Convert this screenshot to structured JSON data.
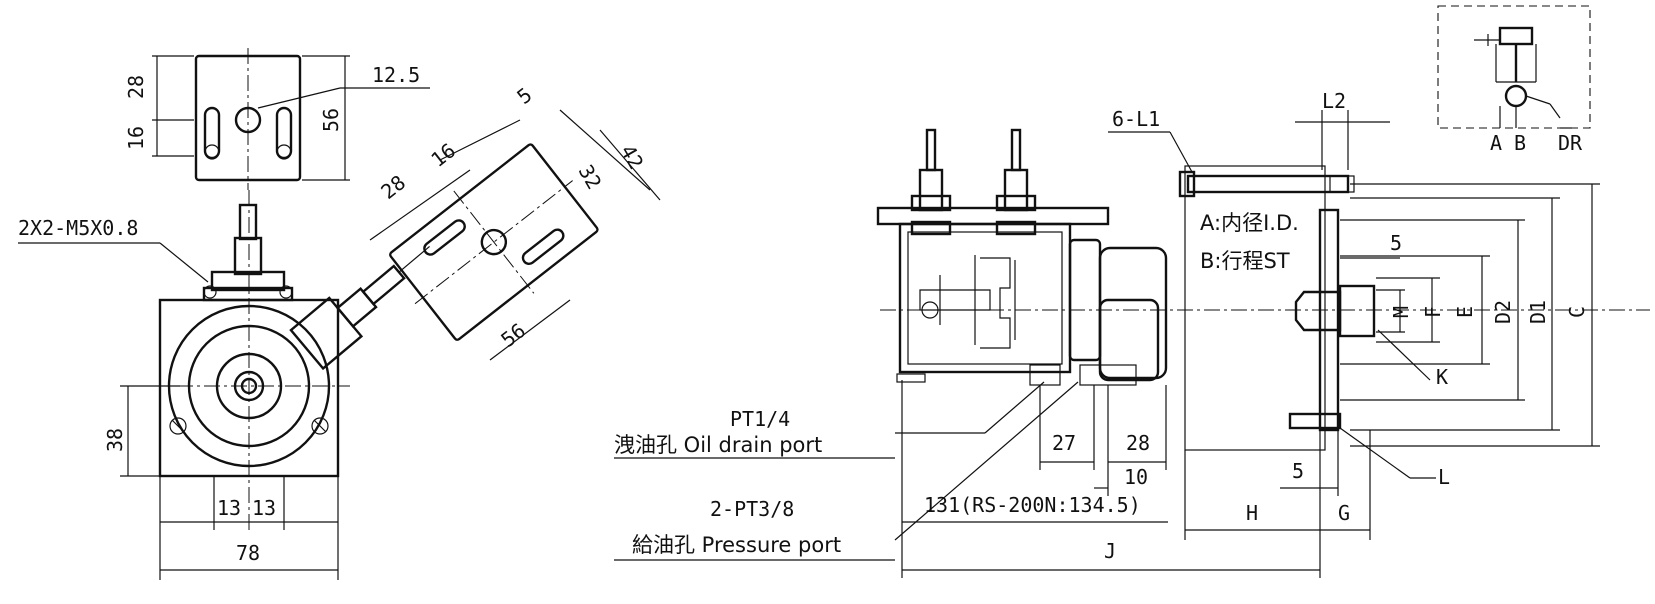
{
  "labels": {
    "left_28": "28",
    "left_16": "16",
    "left_56": "56",
    "left_12_5": "12.5",
    "left_screw": "2X2-M5X0.8",
    "left_38": "38",
    "left_13a": "13",
    "left_13b": "13",
    "left_78": "78",
    "rot_5": "5",
    "rot_28": "28",
    "rot_16": "16",
    "rot_42": "42",
    "rot_32": "32",
    "rot_56": "56",
    "l1": "6-L1",
    "l2": "L2",
    "a_note": "A:内径I.D.",
    "b_note": "B:行程ST",
    "pt14": "PT1/4",
    "drain_port": "洩油孔 Oil drain port",
    "pt38": "2-PT3/8",
    "pressure_port": "給油孔 Pressure port",
    "d27": "27",
    "d28": "28",
    "d10": "10",
    "d131": "131(RS-200N:134.5)",
    "h": "H",
    "g": "G",
    "j": "J",
    "d5a": "5",
    "d5b": "5",
    "m": "M",
    "f": "F",
    "e": "E",
    "d2": "D2",
    "d1": "D1",
    "c": "C",
    "k": "K",
    "l": "L",
    "inset_a": "A",
    "inset_b": "B",
    "inset_dr": "DR"
  }
}
